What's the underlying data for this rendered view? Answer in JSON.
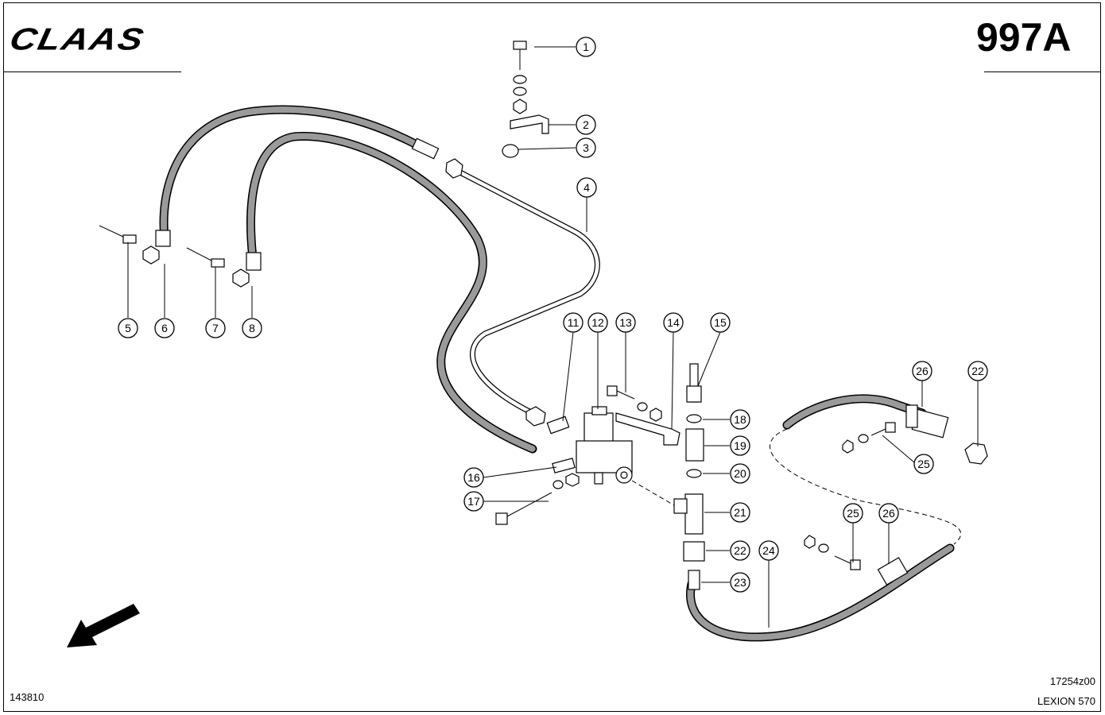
{
  "header": {
    "brand": "CLAAS",
    "plate_number": "997A"
  },
  "footer": {
    "document_number": "143810",
    "drawing_reference": "17254z00",
    "model": "LEXION 570"
  },
  "callouts": [
    "1",
    "2",
    "3",
    "4",
    "5",
    "6",
    "7",
    "8",
    "11",
    "12",
    "13",
    "14",
    "15",
    "16",
    "17",
    "18",
    "19",
    "20",
    "21",
    "22",
    "22",
    "23",
    "24",
    "25",
    "25",
    "26",
    "26"
  ],
  "icons": {
    "direction_arrow": "arrow-down-left-icon"
  }
}
